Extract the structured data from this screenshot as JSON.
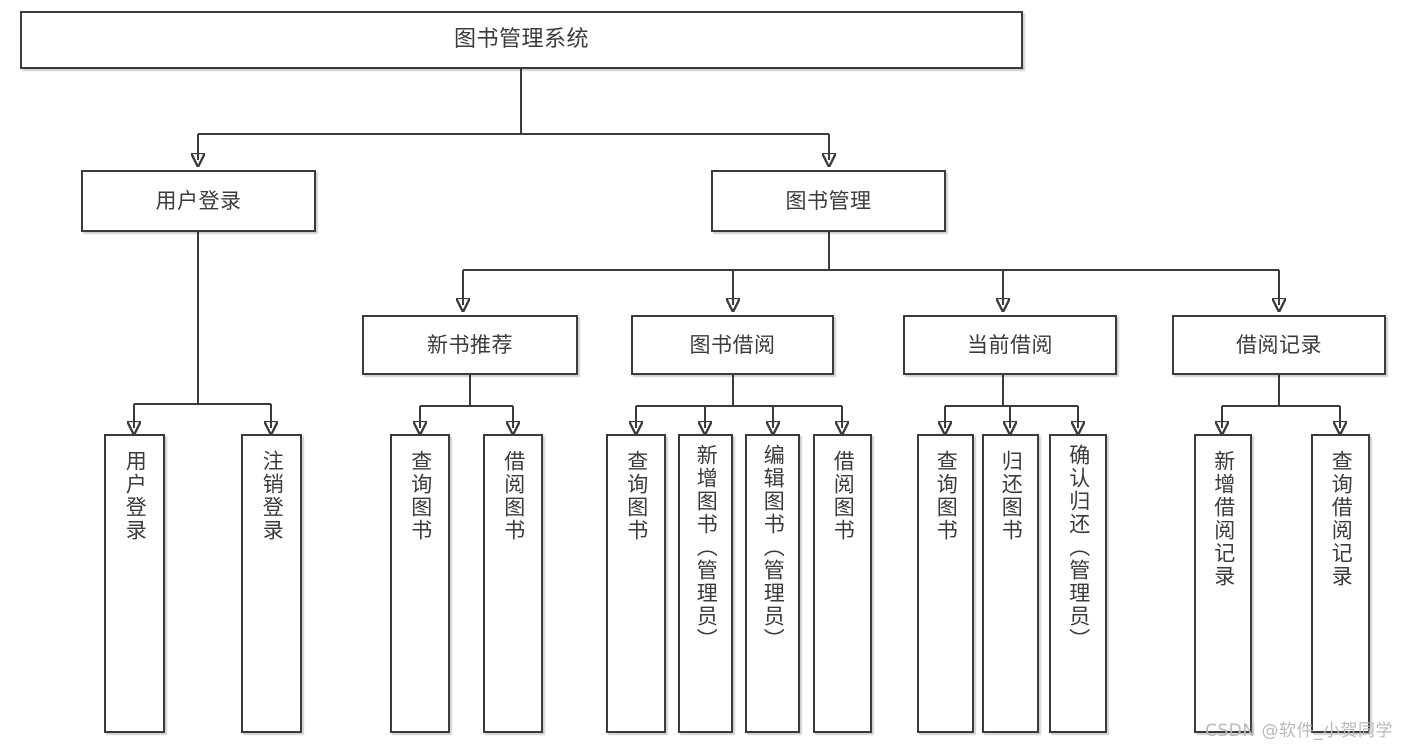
{
  "diagram": {
    "title": "图书管理系统",
    "type": "tree",
    "watermark": "CSDN @软件_小贺同学",
    "colors": {
      "stroke": "#3b3b3b",
      "fill": "#ffffff",
      "text": "#3b3b3b",
      "watermark": "#b9b9b9"
    },
    "root": {
      "label": "图书管理系统"
    },
    "level1": [
      {
        "label": "用户登录"
      },
      {
        "label": "图书管理"
      }
    ],
    "level2": [
      {
        "label": "新书推荐"
      },
      {
        "label": "图书借阅"
      },
      {
        "label": "当前借阅"
      },
      {
        "label": "借阅记录"
      }
    ],
    "leaves": {
      "user_login": [
        {
          "label": "用户登录"
        },
        {
          "label": "注销登录"
        }
      ],
      "new_book": [
        {
          "label": "查询图书"
        },
        {
          "label": "借阅图书"
        }
      ],
      "book_borrow": [
        {
          "label": "查询图书"
        },
        {
          "label": "新增图书（管理员）"
        },
        {
          "label": "编辑图书（管理员）"
        },
        {
          "label": "借阅图书"
        }
      ],
      "current_borrow": [
        {
          "label": "查询图书"
        },
        {
          "label": "归还图书"
        },
        {
          "label": "确认归还（管理员）"
        }
      ],
      "borrow_record": [
        {
          "label": "新增借阅记录"
        },
        {
          "label": "查询借阅记录"
        }
      ]
    }
  }
}
